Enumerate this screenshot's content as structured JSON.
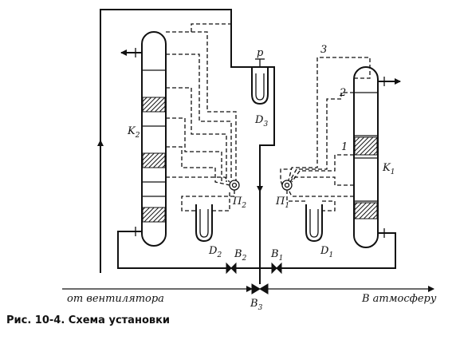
{
  "figure": {
    "caption": "Рис. 10-4. Схема установки",
    "labels": {
      "K2": {
        "main": "K",
        "sub": "2"
      },
      "K1": {
        "main": "K",
        "sub": "1"
      },
      "D3": {
        "main": "D",
        "sub": "3"
      },
      "D2": {
        "main": "D",
        "sub": "2"
      },
      "D1": {
        "main": "D",
        "sub": "1"
      },
      "P2": {
        "main": "П",
        "sub": "2"
      },
      "P1": {
        "main": "П",
        "sub": "1"
      },
      "B2": {
        "main": "B",
        "sub": "2"
      },
      "B1": {
        "main": "B",
        "sub": "1"
      },
      "B3": {
        "main": "B",
        "sub": "3"
      },
      "p": "р",
      "tap1": "1",
      "tap2": "2",
      "tap3": "3",
      "from_source": "от вентилятора",
      "to_atmosphere": "В атмосферу"
    }
  }
}
